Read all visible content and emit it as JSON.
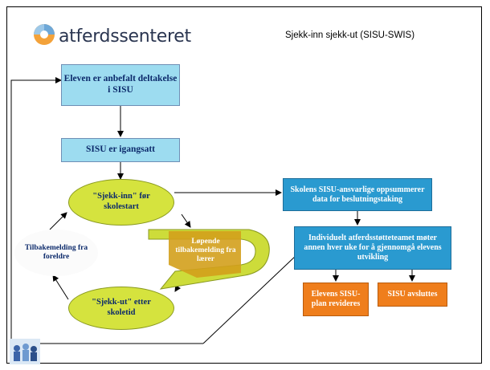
{
  "header": {
    "logo_text": "atferdssenteret",
    "title": "Sjekk-inn sjekk-ut (SISU-SWIS)"
  },
  "flow": {
    "recommended": "Eleven er anbefalt deltakelse i SISU",
    "started": "SISU er igangsatt",
    "check_in": "\"Sjekk-inn\" før skolestart",
    "ongoing_feedback": "Løpende tilbakemelding fra lærer",
    "check_out": "\"Sjekk-ut\" etter skoletid",
    "parent_feedback": "Tilbakemelding fra foreldre",
    "summarize": "Skolens SISU-ansvarlige oppsummerer data for beslutningstaking",
    "team_meeting": "Individuelt atferdsstøtteteamet møter annen hver uke for å gjennomgå elevens utvikling",
    "plan_revised": "Elevens SISU-plan revideres",
    "sisu_ends": "SISU avsluttes"
  },
  "colors": {
    "light_blue": "#9ddcf0",
    "teal": "#2a9ad0",
    "orange": "#ef7e1c",
    "yellow_green": "#d5e33e"
  }
}
